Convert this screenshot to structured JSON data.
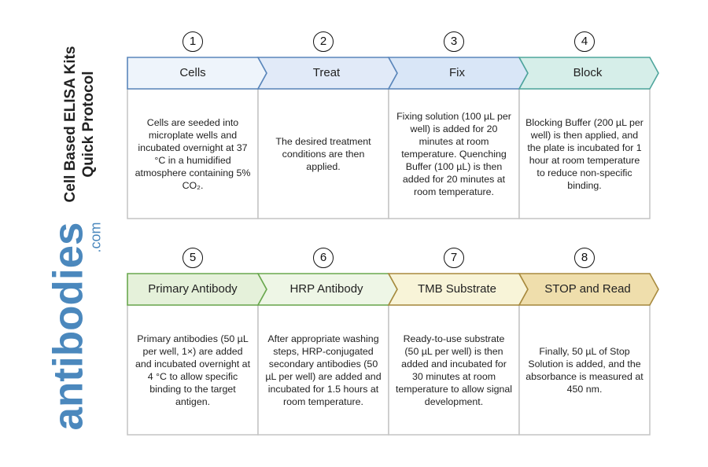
{
  "title": {
    "line1": "Cell Based ELISA Kits",
    "line2": "Quick Protocol"
  },
  "logo": {
    "word": "antibodies",
    "domain": ".com"
  },
  "steps": [
    {
      "number": "1",
      "label": "Cells",
      "text": "Cells are seeded into microplate wells and incubated overnight at 37 °C in a humidified atmosphere containing 5% CO₂.",
      "fill": "#eef4fb",
      "stroke": "#5a86bb"
    },
    {
      "number": "2",
      "label": "Treat",
      "text": "The desired treatment conditions are then applied.",
      "fill": "#e1eaf8",
      "stroke": "#5a86bb"
    },
    {
      "number": "3",
      "label": "Fix",
      "text": "Fixing solution (100 µL per well) is added for 20 minutes at room temperature. Quenching Buffer (100 µL) is then added for 20 minutes at room temperature.",
      "fill": "#d9e6f7",
      "stroke": "#5a86bb"
    },
    {
      "number": "4",
      "label": "Block",
      "text": "Blocking Buffer (200 µL per well) is then applied, and the plate is incubated for 1 hour at room temperature to reduce non-specific binding.",
      "fill": "#d6eee9",
      "stroke": "#4ea59c"
    },
    {
      "number": "5",
      "label": "Primary Antibody",
      "text": "Primary antibodies (50 µL per well, 1×) are added and incubated overnight at 4 °C to allow specific binding to the target antigen.",
      "fill": "#e5f1da",
      "stroke": "#6aa84f"
    },
    {
      "number": "6",
      "label": "HRP Antibody",
      "text": "After appropriate washing steps, HRP-conjugated secondary antibodies (50 µL per well) are added and incubated for 1.5 hours at room temperature.",
      "fill": "#eef6e6",
      "stroke": "#6aa84f"
    },
    {
      "number": "7",
      "label": "TMB Substrate",
      "text": "Ready-to-use substrate (50 µL per well) is then added and incubated for 30 minutes at room temperature to allow signal development.",
      "fill": "#f8f4d8",
      "stroke": "#a88a3e"
    },
    {
      "number": "8",
      "label": "STOP and Read",
      "text": "Finally, 50 µL of Stop Solution is added, and the absorbance is measured at 450 nm.",
      "fill": "#efdeac",
      "stroke": "#a88a3e"
    }
  ]
}
